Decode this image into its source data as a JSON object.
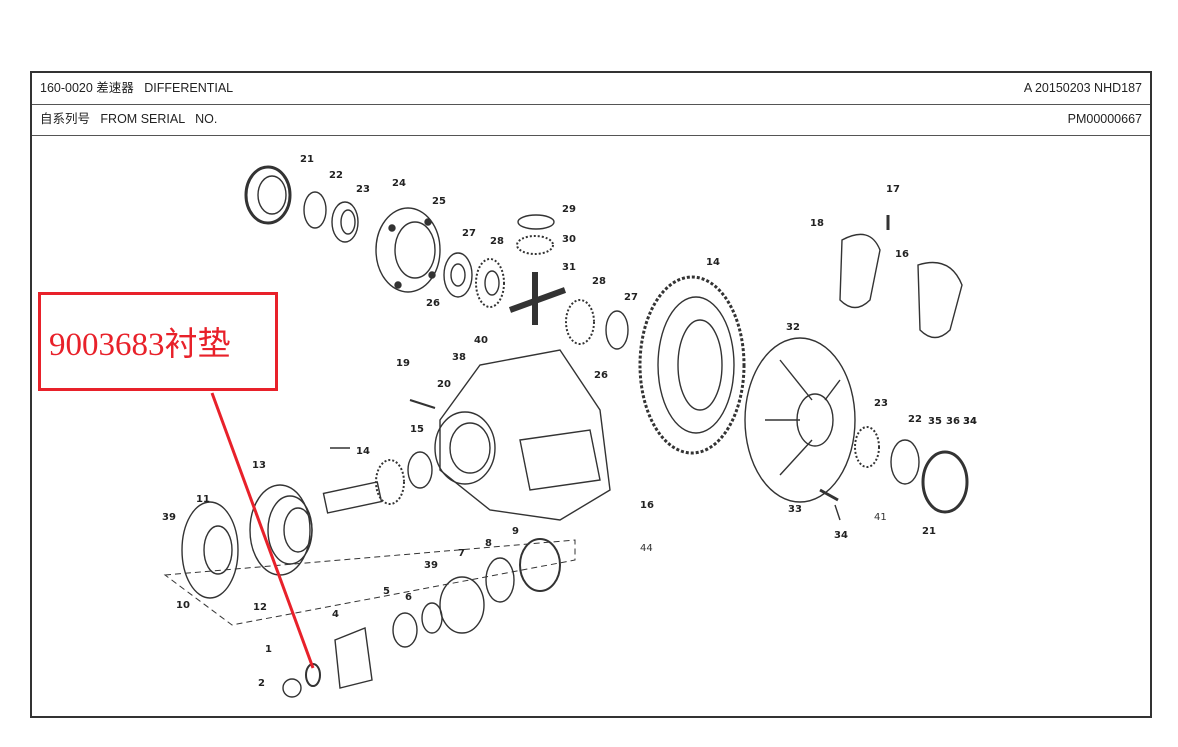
{
  "header": {
    "row1_left": "160-0020 差速器   DIFFERENTIAL",
    "row1_right": "A 20150203 NHD187",
    "row2_left": "自系列号   FROM SERIAL   NO.",
    "row2_right": "PM00000667"
  },
  "callout": {
    "text": "9003683衬垫",
    "color": "#e8212a"
  },
  "part_numbers": [
    "1",
    "2",
    "4",
    "5",
    "6",
    "7",
    "8",
    "9",
    "10",
    "11",
    "12",
    "13",
    "14",
    "14",
    "15",
    "16",
    "16",
    "17",
    "18",
    "19",
    "20",
    "21",
    "21",
    "22",
    "22",
    "23",
    "23",
    "24",
    "25",
    "26",
    "26",
    "27",
    "27",
    "28",
    "28",
    "29",
    "30",
    "31",
    "32",
    "33",
    "34",
    "34",
    "35",
    "36",
    "34",
    "38",
    "39",
    "39",
    "40",
    "41",
    "44"
  ]
}
